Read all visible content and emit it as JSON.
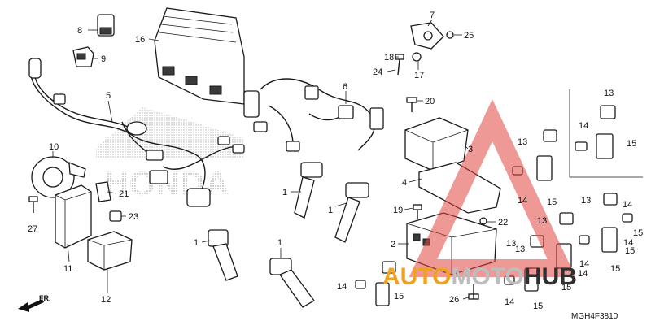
{
  "diagram": {
    "code": "MGH4F3810",
    "front_label": "FR.",
    "background_brand": "HONDA",
    "watermark": {
      "prefix": "AUTO",
      "middle": "MOTO",
      "suffix": "HUB",
      "colors": {
        "triangle": "#e0463f",
        "prefix": "#f0a21e",
        "middle": "#bdbdbd",
        "suffix": "#2f2f2f"
      }
    },
    "labels": [
      {
        "id": "c8",
        "text": "8"
      },
      {
        "id": "c9",
        "text": "9"
      },
      {
        "id": "c16",
        "text": "16"
      },
      {
        "id": "c5",
        "text": "5"
      },
      {
        "id": "c10",
        "text": "10"
      },
      {
        "id": "c21",
        "text": "21"
      },
      {
        "id": "c27",
        "text": "27"
      },
      {
        "id": "c23",
        "text": "23"
      },
      {
        "id": "c11",
        "text": "11"
      },
      {
        "id": "c12",
        "text": "12"
      },
      {
        "id": "c6",
        "text": "6"
      },
      {
        "id": "c1a",
        "text": "1"
      },
      {
        "id": "c1b",
        "text": "1"
      },
      {
        "id": "c1c",
        "text": "1"
      },
      {
        "id": "c1d",
        "text": "1"
      },
      {
        "id": "c7",
        "text": "7"
      },
      {
        "id": "c25",
        "text": "25"
      },
      {
        "id": "c18",
        "text": "18"
      },
      {
        "id": "c24",
        "text": "24"
      },
      {
        "id": "c17",
        "text": "17"
      },
      {
        "id": "c20",
        "text": "20"
      },
      {
        "id": "c3",
        "text": "3"
      },
      {
        "id": "c4",
        "text": "4"
      },
      {
        "id": "c19",
        "text": "19"
      },
      {
        "id": "c22",
        "text": "22"
      },
      {
        "id": "c2",
        "text": "2"
      },
      {
        "id": "c14a",
        "text": "14"
      },
      {
        "id": "c15a",
        "text": "15"
      },
      {
        "id": "c26",
        "text": "26"
      },
      {
        "id": "c14b",
        "text": "14"
      },
      {
        "id": "c15b",
        "text": "15"
      },
      {
        "id": "c13a",
        "text": "13"
      },
      {
        "id": "c14c",
        "text": "14"
      },
      {
        "id": "c15c",
        "text": "15"
      },
      {
        "id": "c13b",
        "text": "13"
      },
      {
        "id": "c14d",
        "text": "14"
      },
      {
        "id": "c15d",
        "text": "15"
      },
      {
        "id": "c13c",
        "text": "13"
      },
      {
        "id": "c14e",
        "text": "14"
      },
      {
        "id": "c15e",
        "text": "15"
      },
      {
        "id": "c13d",
        "text": "13"
      },
      {
        "id": "c14f",
        "text": "14"
      },
      {
        "id": "c15f",
        "text": "15"
      },
      {
        "id": "c13e",
        "text": "13"
      },
      {
        "id": "c14g",
        "text": "14"
      },
      {
        "id": "c15g",
        "text": "15"
      },
      {
        "id": "c13f",
        "text": "13"
      },
      {
        "id": "c14h",
        "text": "14"
      },
      {
        "id": "c15h",
        "text": "15"
      }
    ]
  }
}
